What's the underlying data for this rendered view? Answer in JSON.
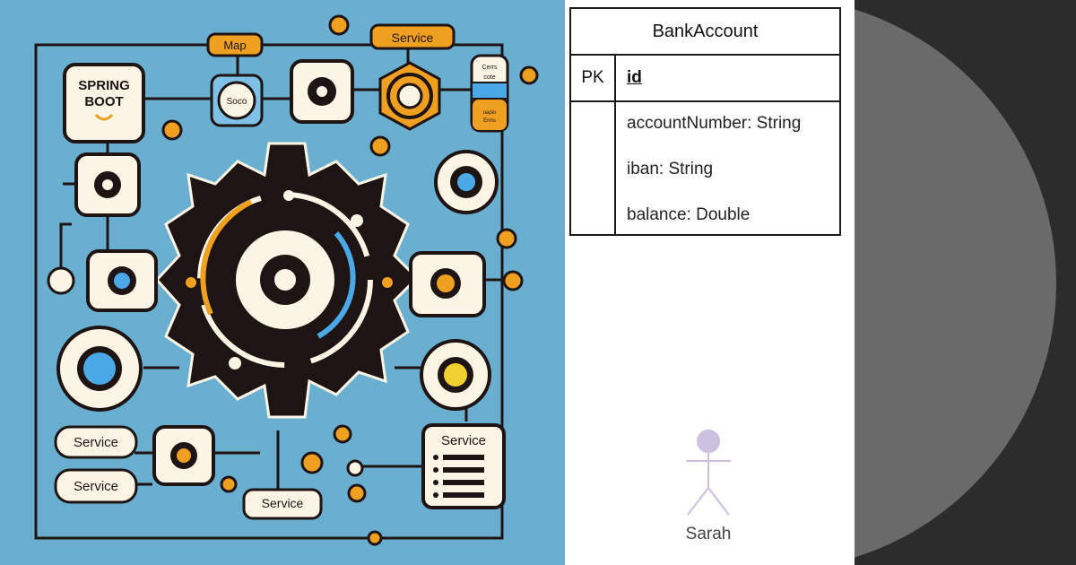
{
  "illustration": {
    "spring_label_1": "SPRING",
    "spring_label_2": "BOOT",
    "map_badge": "Map",
    "service_badge": "Service",
    "soco_label": "Soco",
    "cerrs_label_1": "Cerrs",
    "cerrs_label_2": "cote",
    "cerrs_label_3": "oapio",
    "cerrs_label_4": "Enns",
    "service_label_left_1": "Service",
    "service_label_left_2": "Service",
    "service_label_bottom": "Service",
    "service_card_title": "Service"
  },
  "entity": {
    "name": "BankAccount",
    "pk_label": "PK",
    "pk_field": "id",
    "attributes": [
      "accountNumber: String",
      "iban: String",
      "balance: Double"
    ]
  },
  "actor": {
    "name": "Sarah",
    "color": "#cdbfdf"
  },
  "colors": {
    "background_blue": "#6aaed0",
    "gear_dark": "#1e1414",
    "accent_orange": "#f0a020",
    "accent_blue": "#4aa8e6",
    "cream": "#fbf5e6",
    "right_panel": "#2c2c2c",
    "right_circle": "#6a6a6a"
  }
}
